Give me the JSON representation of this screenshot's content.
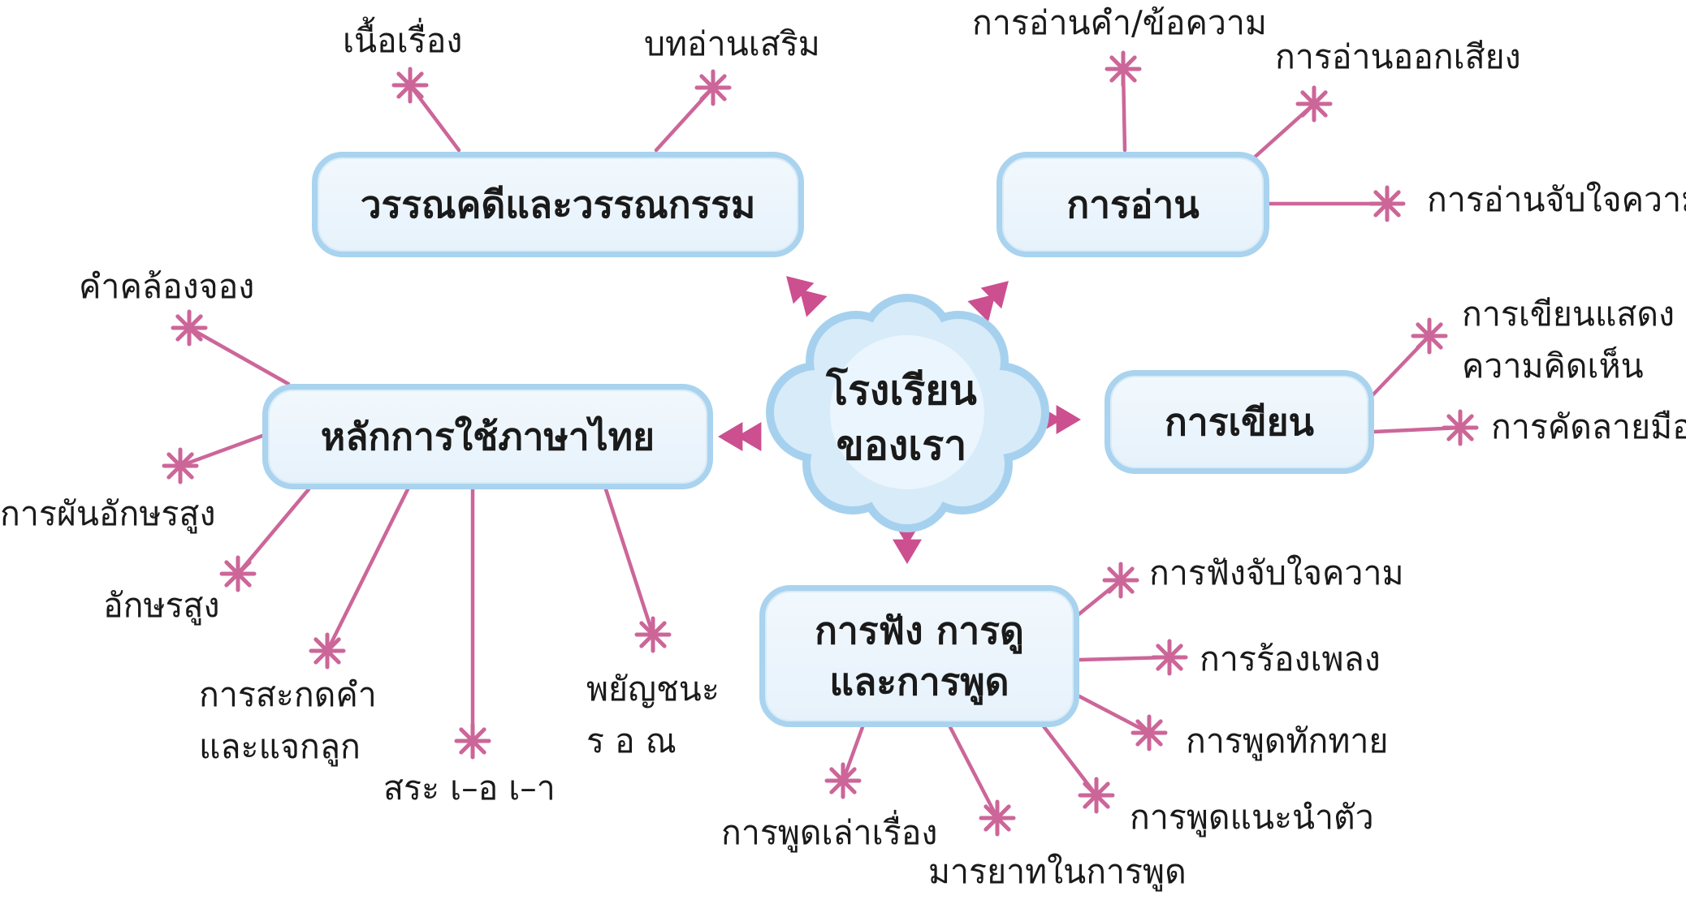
{
  "center": {
    "line1": "โรงเรียน",
    "line2": "ของเรา"
  },
  "topics": {
    "literature": "วรรณคดีและวรรณกรรม",
    "reading": "การอ่าน",
    "grammar": "หลักการใช้ภาษาไทย",
    "writing": "การเขียน",
    "listening_line1": "การฟัง การดู",
    "listening_line2": "และการพูด"
  },
  "leaves": {
    "story": "เนื้อเรื่อง",
    "extra_reading": "บทอ่านเสริม",
    "word_reading": "การอ่านคำ/ข้อความ",
    "reading_aloud": "การอ่านออกเสียง",
    "reading_comprehension": "การอ่านจับใจความ",
    "opinion_line1": "การเขียนแสดง",
    "opinion_line2": "ความคิดเห็น",
    "handwriting": "การคัดลายมือ",
    "rhyme": "คำคล้องจอง",
    "high_tone": "การผันอักษรสูง",
    "high_class": "อักษรสูง",
    "spelling_line1": "การสะกดคำ",
    "spelling_line2": "และแจกลูก",
    "vowels": "สระ เ–อ เ–า",
    "consonants_line1": "พยัญชนะ",
    "consonants_line2": "ร อ ณ",
    "listen_comprehension": "การฟังจับใจความ",
    "singing": "การร้องเพลง",
    "greeting": "การพูดทักทาย",
    "self_intro": "การพูดแนะนำตัว",
    "speaking_manners": "มารยาทในการพูด",
    "storytelling": "การพูดเล่าเรื่อง"
  },
  "colors": {
    "connector": "#cc6699",
    "arrow": "#cc4f8f",
    "box_border": "#a9d3ee",
    "cloud": "#a6d1ee"
  }
}
